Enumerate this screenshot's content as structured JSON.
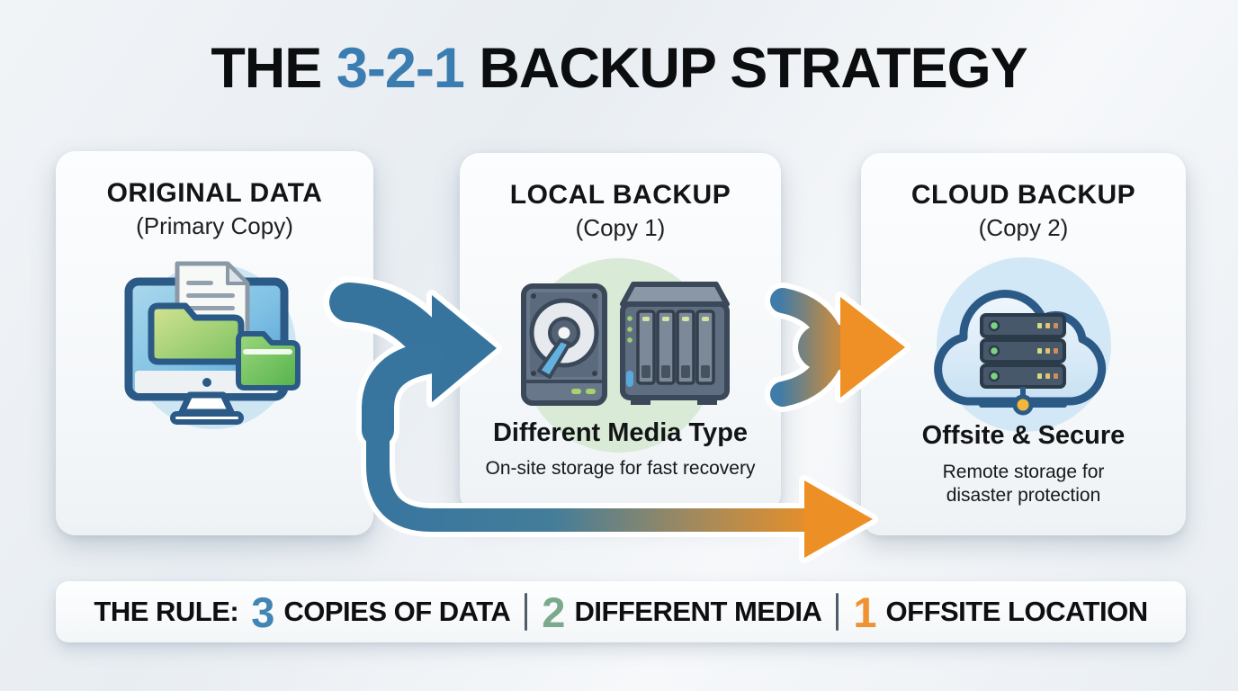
{
  "title": {
    "prefix": "THE ",
    "highlight": "3-2-1",
    "suffix": " BACKUP STRATEGY"
  },
  "cards": [
    {
      "heading": "ORIGINAL DATA",
      "subheading": "(Primary Copy)",
      "icon": "computer-with-files-icon",
      "caption": "",
      "description": ""
    },
    {
      "heading": "LOCAL BACKUP",
      "subheading": "(Copy 1)",
      "icon": "hard-drive-and-nas-icon",
      "caption": "Different Media Type",
      "description": "On-site storage for fast recovery"
    },
    {
      "heading": "CLOUD BACKUP",
      "subheading": "(Copy 2)",
      "icon": "cloud-servers-icon",
      "caption": "Offsite & Secure",
      "description": "Remote storage for disaster protection"
    }
  ],
  "rule_bar": {
    "label": "THE RULE:",
    "divider": "|",
    "segments": [
      {
        "number": "3",
        "text": "COPIES OF DATA",
        "color": "#4285b5"
      },
      {
        "number": "2",
        "text": "DIFFERENT MEDIA",
        "color": "#7ca98c"
      },
      {
        "number": "1",
        "text": "OFFSITE LOCATION",
        "color": "#ef9232"
      }
    ]
  },
  "colors": {
    "title_highlight": "#3b7db0",
    "arrow_blue": "#37759f",
    "arrow_orange": "#ee9025",
    "circle_original": "#cde6f2",
    "circle_local": "#d9ead6",
    "circle_cloud": "#d3e8f6"
  }
}
